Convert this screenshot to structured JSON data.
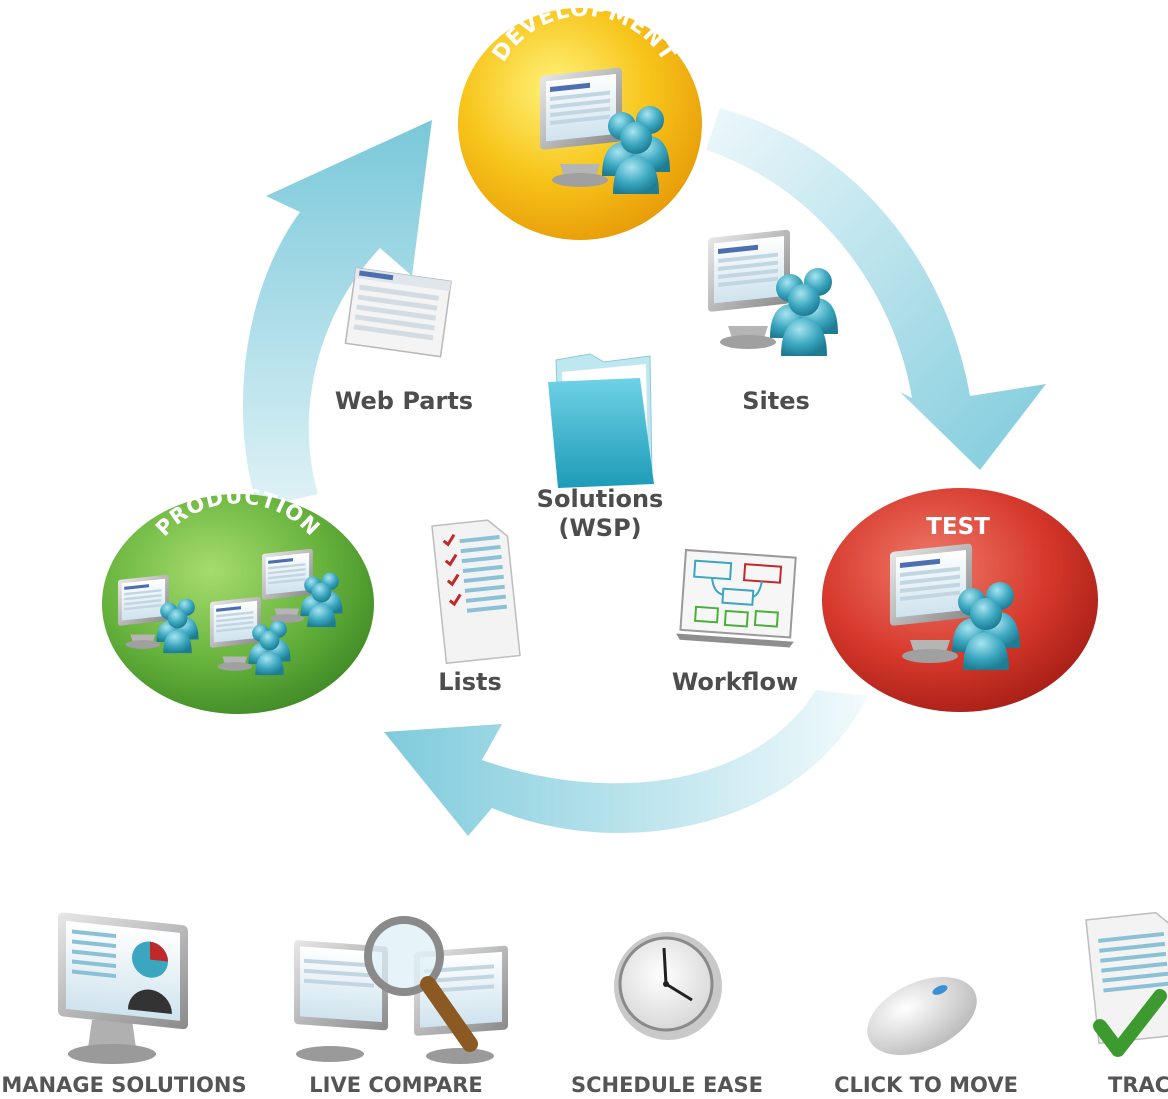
{
  "stages": {
    "development": {
      "label": "DEVELOPMENT",
      "color": "#f5b80f"
    },
    "test": {
      "label": "TEST",
      "color": "#d2382c"
    },
    "production": {
      "label": "PRODUCTION",
      "color": "#6db53e"
    }
  },
  "items": {
    "web_parts": "Web Parts",
    "sites": "Sites",
    "solutions_line1": "Solutions",
    "solutions_line2": "(WSP)",
    "lists": "Lists",
    "workflow": "Workflow"
  },
  "features": [
    {
      "label": "MANAGE SOLUTIONS",
      "icon": "monitor-report-icon"
    },
    {
      "label": "LIVE COMPARE",
      "icon": "magnifier-compare-icon"
    },
    {
      "label": "SCHEDULE EASE",
      "icon": "clock-icon"
    },
    {
      "label": "CLICK TO MOVE",
      "icon": "mouse-icon"
    },
    {
      "label": "TRACK",
      "icon": "document-check-icon"
    }
  ],
  "colors": {
    "arrow": "#8fd0de",
    "text": "#4d4d4d",
    "people": "#3aa6bf"
  }
}
